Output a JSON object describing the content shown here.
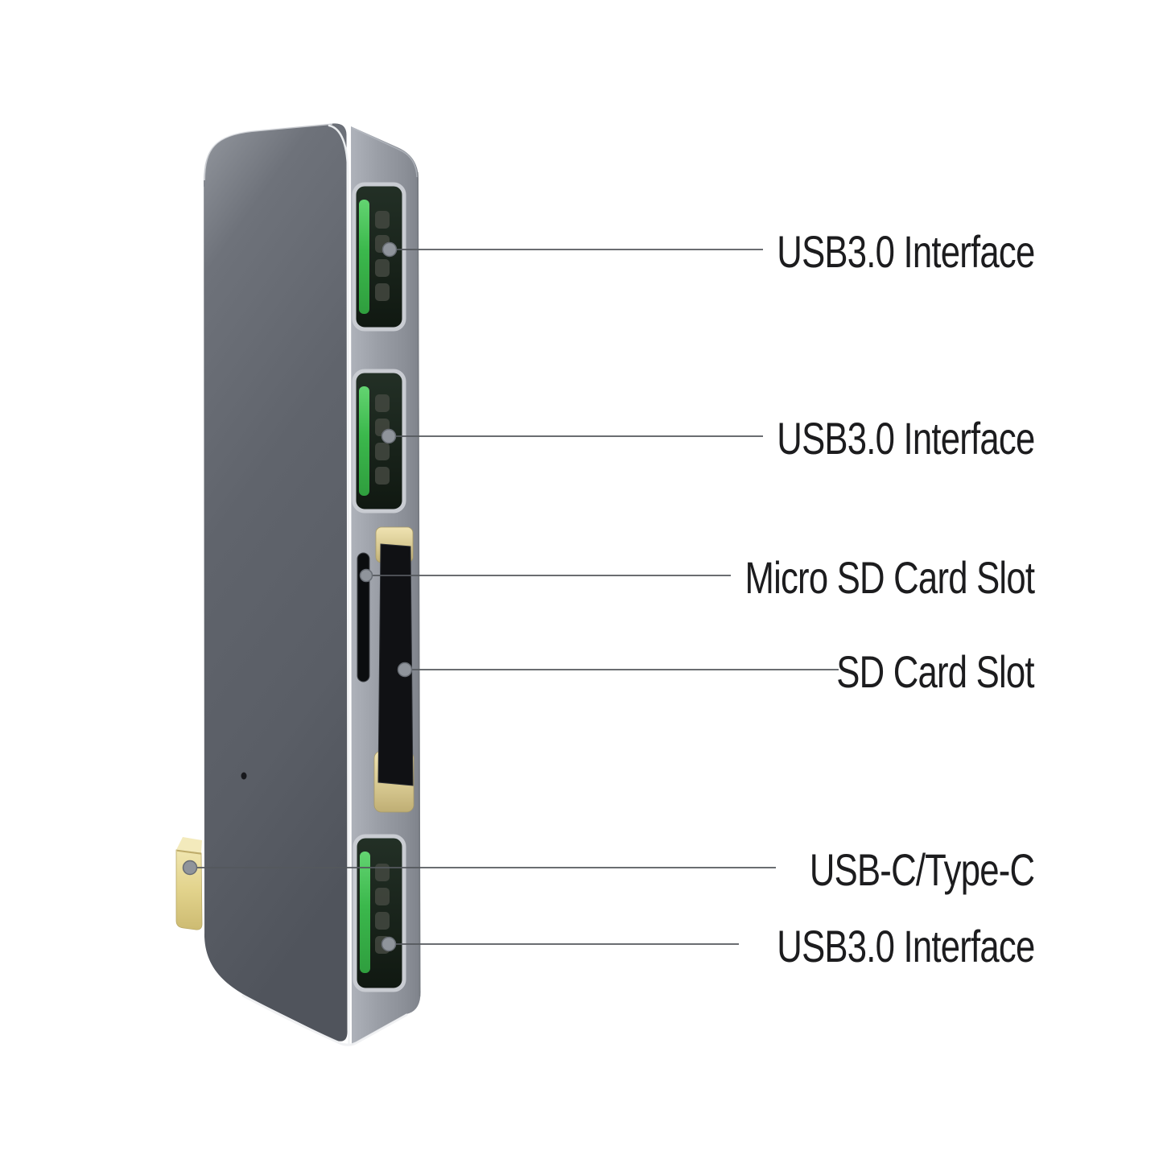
{
  "title": "USB-C hub port callout diagram",
  "background": "#ffffff",
  "style": {
    "callout_line_color": "#54585d",
    "callout_dot_color": "#8f949b",
    "label_color": "#1c1c1e",
    "front_face_color": "#5f636b",
    "side_face_color": "#989ca4",
    "usb_port_tab_green": "#3bb84c",
    "port_cavity_color": "#17211a",
    "sd_housing_tan": "#d6c78f",
    "usb_c_plug_gold": "#e2d38c"
  },
  "device": {
    "kind": "usb-c-hub",
    "ports_top_to_bottom": [
      "USB3.0 port",
      "USB3.0 port",
      "Micro SD slot",
      "SD card slot",
      "USB-C plug (side)",
      "USB3.0 port"
    ]
  },
  "callouts": [
    {
      "label": "USB3.0 Interface",
      "target": "usb3-port-top"
    },
    {
      "label": "USB3.0 Interface",
      "target": "usb3-port-middle"
    },
    {
      "label": "Micro SD Card Slot",
      "target": "micro-sd-slot"
    },
    {
      "label": "SD Card Slot",
      "target": "sd-card-slot"
    },
    {
      "label": "USB-C/Type-C",
      "target": "usb-c-plug"
    },
    {
      "label": "USB3.0 Interface",
      "target": "usb3-port-bottom"
    }
  ]
}
